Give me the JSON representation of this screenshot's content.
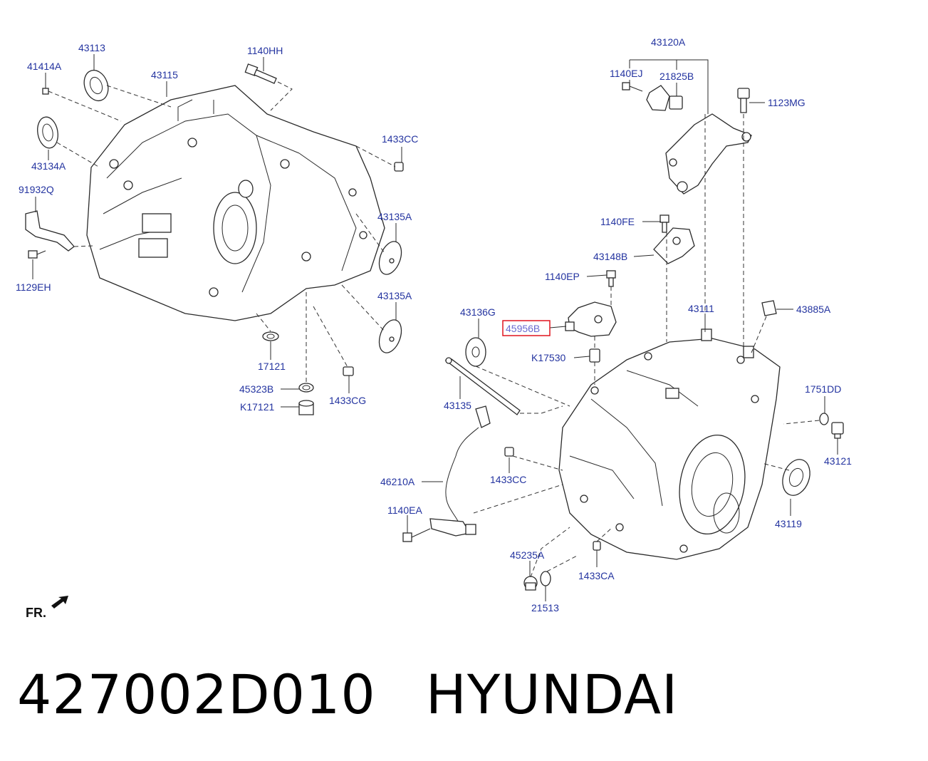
{
  "labels": {
    "l43113": "43113",
    "l41414A": "41414A",
    "l43115": "43115",
    "l1140HH": "1140HH",
    "l43134A": "43134A",
    "l91932Q": "91932Q",
    "l1129EH": "1129EH",
    "l1433CC_top": "1433CC",
    "l43135A_1": "43135A",
    "l43135A_2": "43135A",
    "l17121": "17121",
    "l45323B": "45323B",
    "lK17121": "K17121",
    "l1433CG": "1433CG",
    "l43120A": "43120A",
    "l1140EJ": "1140EJ",
    "l21825B": "21825B",
    "l1123MG": "1123MG",
    "l1140FE": "1140FE",
    "l43148B": "43148B",
    "l1140EP": "1140EP",
    "l43136G": "43136G",
    "l45956B": "45956B",
    "l43111": "43111",
    "l43885A": "43885A",
    "lK17530": "K17530",
    "l1751DD": "1751DD",
    "l43135": "43135",
    "l43121": "43121",
    "l1433CC_mid": "1433CC",
    "l46210A": "46210A",
    "l1140EA": "1140EA",
    "l43119": "43119",
    "l45235A": "45235A",
    "l1433CA": "1433CA",
    "l21513": "21513",
    "fr": "FR."
  },
  "highlight_color": "#e0141e",
  "caption": {
    "part_number": "427002D010",
    "brand": "HYUNDAI"
  }
}
